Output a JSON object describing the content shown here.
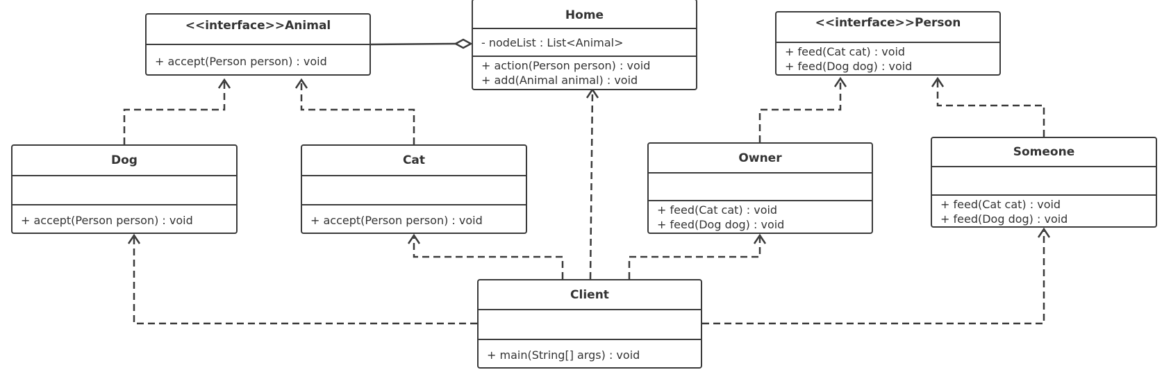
{
  "diagram": {
    "classes": {
      "animal": {
        "name": "<<interface>>Animal",
        "attributes": [],
        "operations": [
          "+ accept(Person person) : void"
        ]
      },
      "home": {
        "name": "Home",
        "attributes": [
          "- nodeList : List<Animal>"
        ],
        "operations": [
          "+ action(Person person) : void",
          "+ add(Animal animal) : void"
        ]
      },
      "person": {
        "name": "<<interface>>Person",
        "attributes": [],
        "operations": [
          "+ feed(Cat cat) : void",
          "+ feed(Dog dog) : void"
        ]
      },
      "dog": {
        "name": "Dog",
        "attributes": [],
        "operations": [
          "+ accept(Person person) : void"
        ]
      },
      "cat": {
        "name": "Cat",
        "attributes": [],
        "operations": [
          "+ accept(Person person) : void"
        ]
      },
      "owner": {
        "name": "Owner",
        "attributes": [],
        "operations": [
          "+ feed(Cat cat) : void",
          "+ feed(Dog dog) : void"
        ]
      },
      "someone": {
        "name": "Someone",
        "attributes": [],
        "operations": [
          "+ feed(Cat cat) : void",
          "+ feed(Dog dog) : void"
        ]
      },
      "client": {
        "name": "Client",
        "attributes": [],
        "operations": [
          "+ main(String[] args) : void"
        ]
      }
    },
    "relations": [
      {
        "type": "aggregation",
        "from": "home",
        "to": "animal"
      },
      {
        "type": "realization",
        "from": "dog",
        "to": "animal"
      },
      {
        "type": "realization",
        "from": "cat",
        "to": "animal"
      },
      {
        "type": "realization",
        "from": "owner",
        "to": "person"
      },
      {
        "type": "realization",
        "from": "someone",
        "to": "person"
      },
      {
        "type": "dependency",
        "from": "client",
        "to": "home"
      },
      {
        "type": "dependency",
        "from": "client",
        "to": "dog"
      },
      {
        "type": "dependency",
        "from": "client",
        "to": "cat"
      },
      {
        "type": "dependency",
        "from": "client",
        "to": "owner"
      },
      {
        "type": "dependency",
        "from": "client",
        "to": "someone"
      }
    ],
    "colors": {
      "stroke": "#3a3a3a",
      "text": "#333333",
      "background": "#ffffff"
    }
  }
}
